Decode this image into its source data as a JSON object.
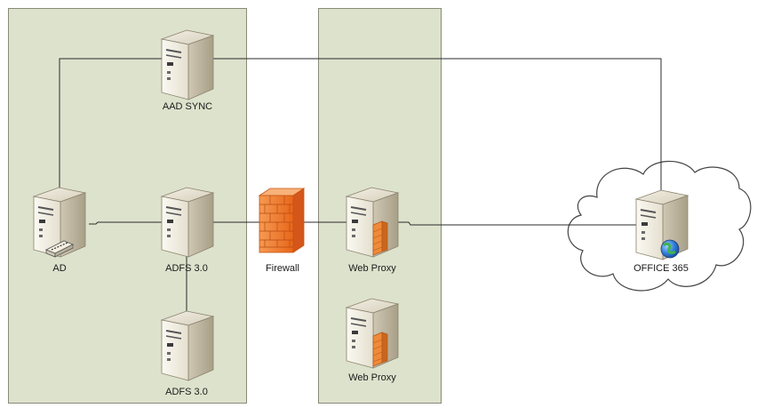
{
  "diagram": {
    "labels": {
      "aad_sync": "AAD SYNC",
      "ad": "AD",
      "adfs_primary": "ADFS 3.0",
      "adfs_secondary": "ADFS 3.0",
      "firewall": "Firewall",
      "web_proxy_primary": "Web Proxy",
      "web_proxy_secondary": "Web Proxy",
      "office365": "OFFICE 365"
    },
    "icons": {
      "server": "server-tower-icon",
      "firewall": "firewall-brick-icon",
      "globe": "globe-icon",
      "network_switch": "network-switch-icon",
      "cloud": "cloud-icon",
      "proxy_badge": "proxy-badge-icon"
    },
    "colors": {
      "zone_fill": "#dde2cc",
      "zone_border": "#8a8a7a",
      "connector": "#2b2b2b",
      "server_light": "#f6f3ea",
      "server_mid": "#e3ddcc",
      "server_dark": "#b9b19c",
      "firewall_orange": "#f07a2a",
      "proxy_orange": "#ef8a3a",
      "cloud_stroke": "#444444"
    }
  }
}
